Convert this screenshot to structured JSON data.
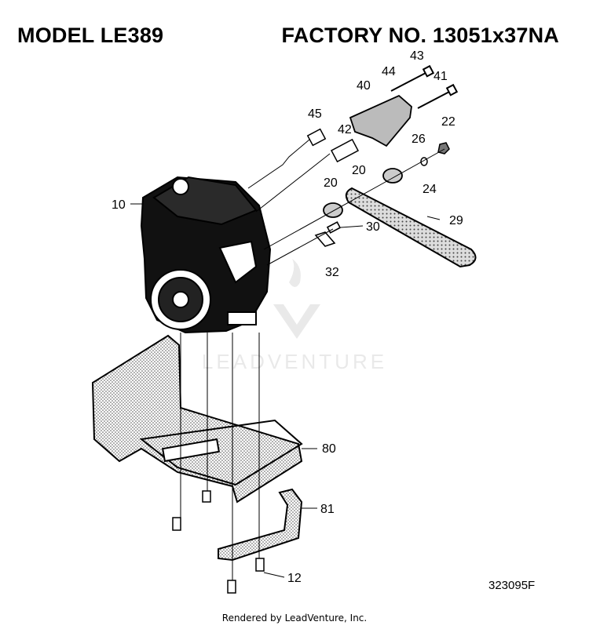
{
  "header": {
    "model": "MODEL LE389",
    "factory_no": "FACTORY NO. 13051x37NA"
  },
  "watermark": {
    "text": "LEADVENTURE"
  },
  "callouts": [
    "43",
    "44",
    "41",
    "40",
    "45",
    "42",
    "22",
    "26",
    "20",
    "24",
    "20",
    "10",
    "29",
    "30",
    "32",
    "80",
    "81",
    "12"
  ],
  "doc_number": "323095F",
  "footer": "Rendered by LeadVenture, Inc."
}
